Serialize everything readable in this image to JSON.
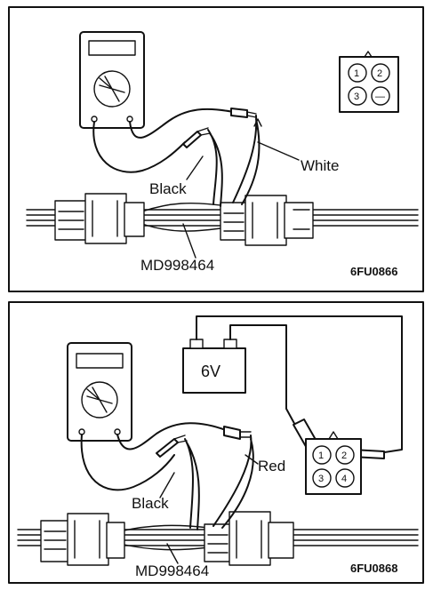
{
  "panels": [
    {
      "labels": {
        "black": "Black",
        "white": "White",
        "tool": "MD998464",
        "code": "6FU0866"
      },
      "connector_pins": [
        "1",
        "2",
        "3",
        "—"
      ]
    },
    {
      "labels": {
        "black": "Black",
        "red": "Red",
        "tool": "MD998464",
        "code": "6FU0868",
        "battery": "6V"
      },
      "connector_pins": [
        "1",
        "2",
        "3",
        "4"
      ]
    }
  ]
}
